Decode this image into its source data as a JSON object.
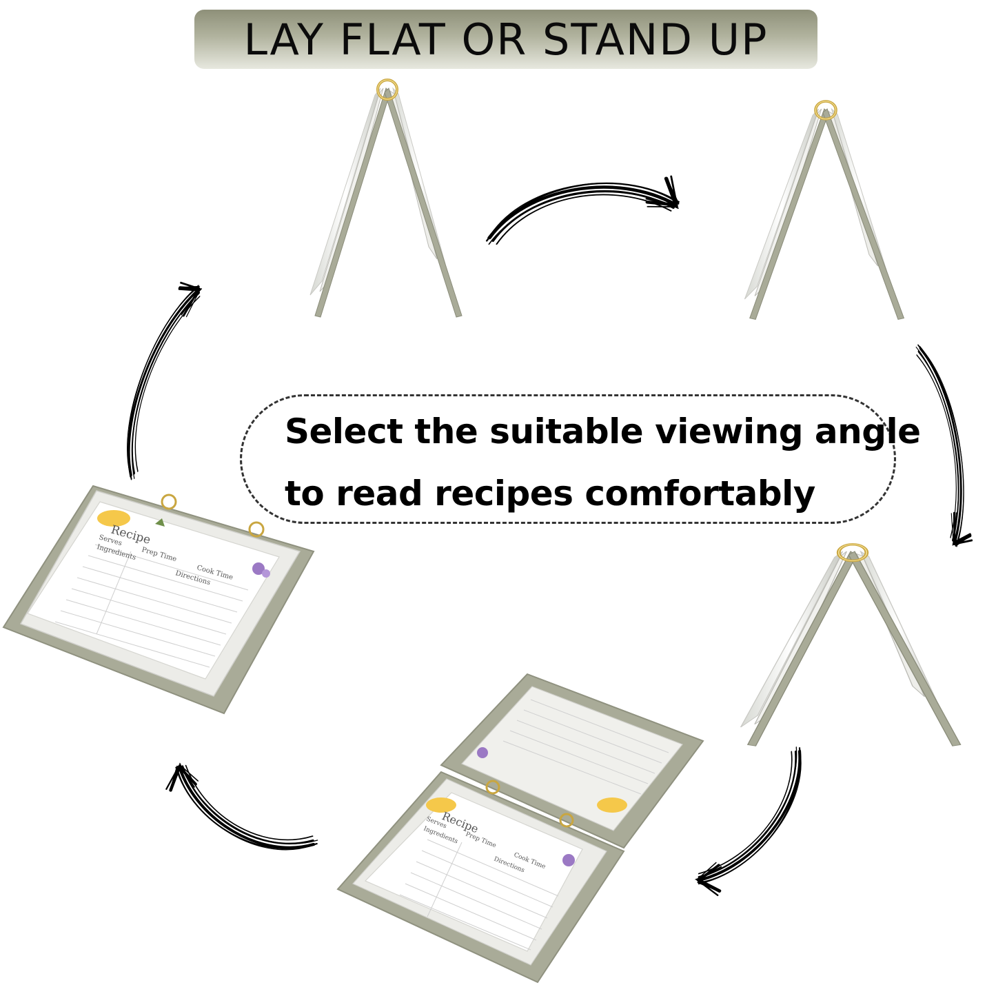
{
  "banner": {
    "title": "LAY FLAT OR STAND UP"
  },
  "callout": {
    "line1": "Select the suitable viewing angle",
    "line2": "to read recipes comfortably"
  },
  "recipe_card": {
    "title": "Recipe",
    "serves": "Serves",
    "ingredients": "Ingredients",
    "prep_time": "Prep Time",
    "cook_time": "Cook Time",
    "directions": "Directions"
  },
  "colors": {
    "binder": "#a9ab98",
    "arrow": "#000000",
    "ring": "#c9a640"
  },
  "icons": [
    "curved-arrow-icon",
    "binder-ring-icon",
    "lemon-icon",
    "lavender-icon"
  ]
}
